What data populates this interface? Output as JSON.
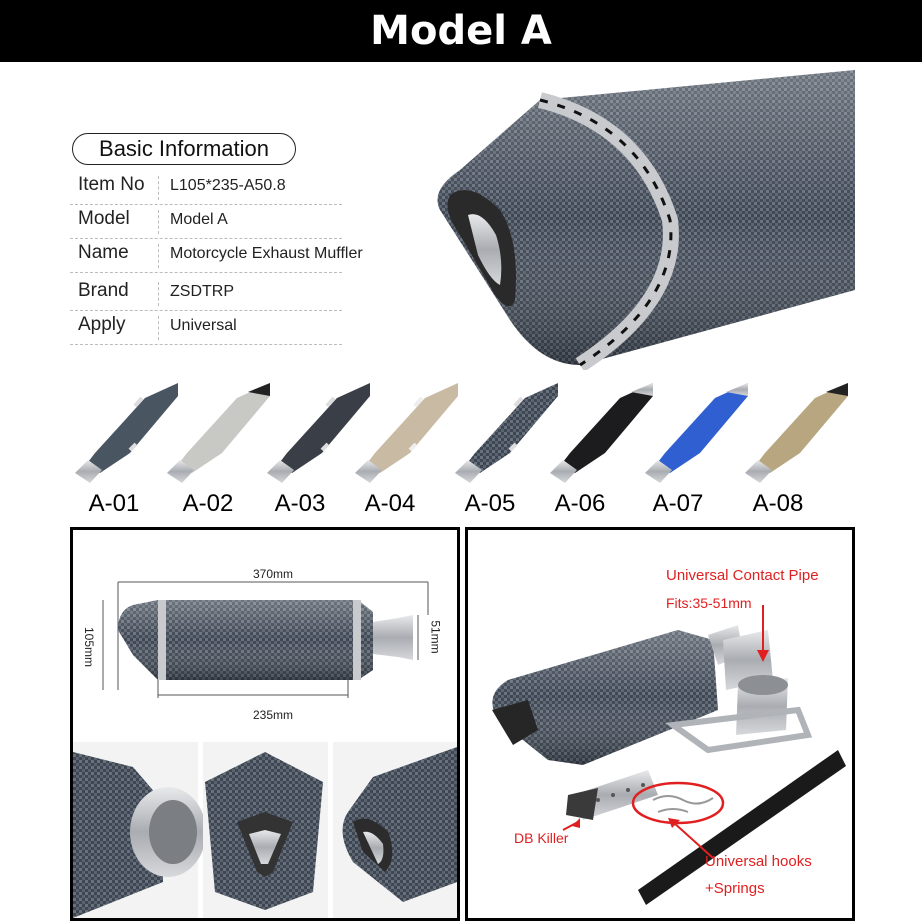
{
  "header": {
    "title": "Model A"
  },
  "info": {
    "heading": "Basic Information",
    "rows": [
      {
        "label": "Item No",
        "value": "L105*235-A50.8"
      },
      {
        "label": "Model",
        "value": "Model A"
      },
      {
        "label": "Name",
        "value": "Motorcycle Exhaust Muffler"
      },
      {
        "label": "Brand",
        "value": "ZSDTRP"
      },
      {
        "label": "Apply",
        "value": "Universal"
      }
    ]
  },
  "variants": [
    {
      "code": "A-01",
      "color": "#4a5562"
    },
    {
      "code": "A-02",
      "color": "#c8c8c4"
    },
    {
      "code": "A-03",
      "color": "#3a3f47"
    },
    {
      "code": "A-04",
      "color": "#c9bba3"
    },
    {
      "code": "A-05",
      "color": "#6b6e74"
    },
    {
      "code": "A-06",
      "color": "#1c1c1e"
    },
    {
      "code": "A-07",
      "color": "#2f5fd0"
    },
    {
      "code": "A-08",
      "color": "#b8a680"
    }
  ],
  "dimensions": {
    "length": "370mm",
    "height": "105mm",
    "outlet": "51mm",
    "body": "235mm"
  },
  "kit": {
    "contact_pipe": "Universal Contact Pipe",
    "fits": "Fits:35-51mm",
    "db_killer": "DB Killer",
    "hooks": "Universal hooks",
    "springs": "+Springs"
  },
  "colors": {
    "annotation": "#e02020",
    "carbon": "#4a5562",
    "steel": "#b9bcc0"
  }
}
